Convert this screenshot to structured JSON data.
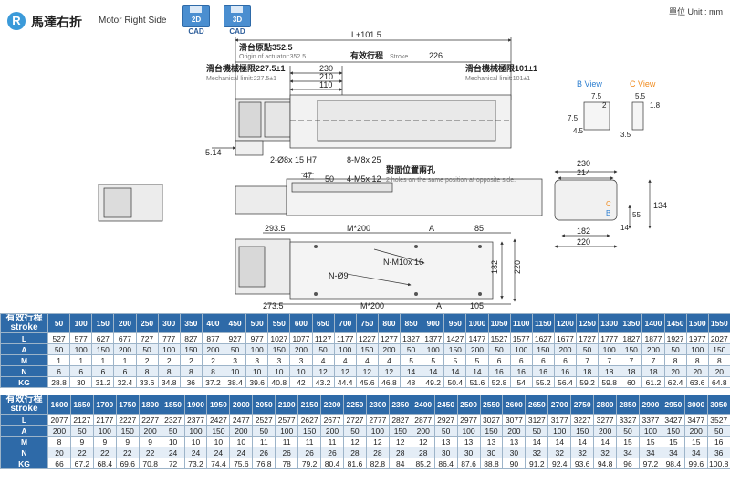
{
  "header": {
    "badge": "R",
    "title_cn": "馬達右折",
    "title_en": "Motor Right Side",
    "cad_2d_a": "2D",
    "cad_2d_b": "CAD",
    "cad_3d_a": "3D",
    "cad_3d_b": "CAD",
    "unit": "單位 Unit : mm"
  },
  "drawing": {
    "overall_length": "L+101.5",
    "origin_cn": "滑台原點352.5",
    "origin_en": "Origin of actuator:352.5",
    "stroke_cn": "有效行程",
    "stroke_en": "Stroke",
    "dim_226": "226",
    "mech_left_cn": "滑台機械極限227.5±1",
    "mech_left_en": "Mechanical limit:227.5±1",
    "mech_right_cn": "滑台機械極限101±1",
    "mech_right_en": "Mechanical limit:101±1",
    "dim_230": "230",
    "dim_210": "210",
    "dim_110": "110",
    "dim_514": "5.14",
    "holes_dowel": "2-Ø8x 15 H7",
    "holes_m8": "8-M8x 25",
    "dim_47": "47",
    "dim_50": "50",
    "holes_m5": "4-M5x 12",
    "opp_cn": "對面位置兩孔",
    "opp_en": "2 holes on the same position at opposite side.",
    "b_view": "B View",
    "c_view": "C View",
    "b_75": "7.5",
    "b_2": "2",
    "b_75v": "7.5",
    "b_45": "4.5",
    "c_55": "5.5",
    "c_18": "1.8",
    "c_35": "3.5",
    "s_230": "230",
    "s_214": "214",
    "s_182": "182",
    "s_220": "220",
    "s_134": "134",
    "s_55": "55",
    "s_14": "14",
    "s_c": "C",
    "s_b": "B",
    "p_2935": "293.5",
    "p_m200": "M*200",
    "p_a": "A",
    "p_85": "85",
    "p_m10": "N-M10x 16",
    "p_n9": "N-Ø9",
    "p_182": "182",
    "p_220": "220",
    "p_2735": "273.5",
    "p_m200b": "M*200",
    "p_ab": "A",
    "p_105": "105"
  },
  "spec_table_1": {
    "header_cn": "有效行程",
    "header_en": "stroke",
    "strokes": [
      "50",
      "100",
      "150",
      "200",
      "250",
      "300",
      "350",
      "400",
      "450",
      "500",
      "550",
      "600",
      "650",
      "700",
      "750",
      "800",
      "850",
      "900",
      "950",
      "1000",
      "1050",
      "1100",
      "1150",
      "1200",
      "1250",
      "1300",
      "1350",
      "1400",
      "1450",
      "1500",
      "1550"
    ],
    "rows": [
      {
        "label": "L",
        "values": [
          "527",
          "577",
          "627",
          "677",
          "727",
          "777",
          "827",
          "877",
          "927",
          "977",
          "1027",
          "1077",
          "1127",
          "1177",
          "1227",
          "1277",
          "1327",
          "1377",
          "1427",
          "1477",
          "1527",
          "1577",
          "1627",
          "1677",
          "1727",
          "1777",
          "1827",
          "1877",
          "1927",
          "1977",
          "2027"
        ]
      },
      {
        "label": "A",
        "values": [
          "50",
          "100",
          "150",
          "200",
          "50",
          "100",
          "150",
          "200",
          "50",
          "100",
          "150",
          "200",
          "50",
          "100",
          "150",
          "200",
          "50",
          "100",
          "150",
          "200",
          "50",
          "100",
          "150",
          "200",
          "50",
          "100",
          "150",
          "200",
          "50",
          "100",
          "150"
        ]
      },
      {
        "label": "M",
        "values": [
          "1",
          "1",
          "1",
          "1",
          "2",
          "2",
          "2",
          "2",
          "3",
          "3",
          "3",
          "3",
          "4",
          "4",
          "4",
          "4",
          "5",
          "5",
          "5",
          "5",
          "6",
          "6",
          "6",
          "6",
          "7",
          "7",
          "7",
          "7",
          "8",
          "8",
          "8"
        ]
      },
      {
        "label": "N",
        "values": [
          "6",
          "6",
          "6",
          "6",
          "8",
          "8",
          "8",
          "8",
          "10",
          "10",
          "10",
          "10",
          "12",
          "12",
          "12",
          "12",
          "14",
          "14",
          "14",
          "14",
          "16",
          "16",
          "16",
          "16",
          "18",
          "18",
          "18",
          "18",
          "20",
          "20",
          "20"
        ]
      },
      {
        "label": "KG",
        "values": [
          "28.8",
          "30",
          "31.2",
          "32.4",
          "33.6",
          "34.8",
          "36",
          "37.2",
          "38.4",
          "39.6",
          "40.8",
          "42",
          "43.2",
          "44.4",
          "45.6",
          "46.8",
          "48",
          "49.2",
          "50.4",
          "51.6",
          "52.8",
          "54",
          "55.2",
          "56.4",
          "59.2",
          "59.8",
          "60",
          "61.2",
          "62.4",
          "63.6",
          "64.8"
        ]
      }
    ]
  },
  "spec_table_2": {
    "header_cn": "有效行程",
    "header_en": "stroke",
    "strokes": [
      "1600",
      "1650",
      "1700",
      "1750",
      "1800",
      "1850",
      "1900",
      "1950",
      "2000",
      "2050",
      "2100",
      "2150",
      "2200",
      "2250",
      "2300",
      "2350",
      "2400",
      "2450",
      "2500",
      "2550",
      "2600",
      "2650",
      "2700",
      "2750",
      "2800",
      "2850",
      "2900",
      "2950",
      "3000",
      "3050"
    ],
    "rows": [
      {
        "label": "L",
        "values": [
          "2077",
          "2127",
          "2177",
          "2227",
          "2277",
          "2327",
          "2377",
          "2427",
          "2477",
          "2527",
          "2577",
          "2627",
          "2677",
          "2727",
          "2777",
          "2827",
          "2877",
          "2927",
          "2977",
          "3027",
          "3077",
          "3127",
          "3177",
          "3227",
          "3277",
          "3327",
          "3377",
          "3427",
          "3477",
          "3527"
        ]
      },
      {
        "label": "A",
        "values": [
          "200",
          "50",
          "100",
          "150",
          "200",
          "50",
          "100",
          "150",
          "200",
          "50",
          "100",
          "150",
          "200",
          "50",
          "100",
          "150",
          "200",
          "50",
          "100",
          "150",
          "200",
          "50",
          "100",
          "150",
          "200",
          "50",
          "100",
          "150",
          "200",
          "50"
        ]
      },
      {
        "label": "M",
        "values": [
          "8",
          "9",
          "9",
          "9",
          "9",
          "10",
          "10",
          "10",
          "10",
          "11",
          "11",
          "11",
          "11",
          "12",
          "12",
          "12",
          "12",
          "13",
          "13",
          "13",
          "13",
          "14",
          "14",
          "14",
          "14",
          "15",
          "15",
          "15",
          "15",
          "16"
        ]
      },
      {
        "label": "N",
        "values": [
          "20",
          "22",
          "22",
          "22",
          "22",
          "24",
          "24",
          "24",
          "24",
          "26",
          "26",
          "26",
          "26",
          "28",
          "28",
          "28",
          "28",
          "30",
          "30",
          "30",
          "30",
          "32",
          "32",
          "32",
          "32",
          "34",
          "34",
          "34",
          "34",
          "36"
        ]
      },
      {
        "label": "KG",
        "values": [
          "66",
          "67.2",
          "68.4",
          "69.6",
          "70.8",
          "72",
          "73.2",
          "74.4",
          "75.6",
          "76.8",
          "78",
          "79.2",
          "80.4",
          "81.6",
          "82.8",
          "84",
          "85.2",
          "86.4",
          "87.6",
          "88.8",
          "90",
          "91.2",
          "92.4",
          "93.6",
          "94.8",
          "96",
          "97.2",
          "98.4",
          "99.6",
          "100.8"
        ]
      }
    ]
  },
  "colors": {
    "accent": "#2e6aa8",
    "badge": "#3b9ad9",
    "b_view": "#2e7fd0",
    "c_view": "#f08a1c",
    "row_alt": "#e4edf6"
  }
}
